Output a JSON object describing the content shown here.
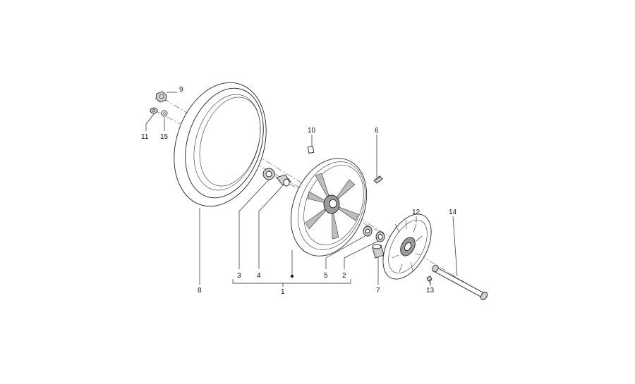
{
  "callouts": {
    "c1": "1",
    "c2": "2",
    "c3": "3",
    "c4": "4",
    "c5": "5",
    "c6": "6",
    "c7": "7",
    "c8": "8",
    "c9": "9",
    "c10": "10",
    "c11": "11",
    "c12": "12",
    "c13": "13",
    "c14": "14",
    "c15": "15"
  },
  "colors": {
    "line": "#222222",
    "part_fill": "#cfcfcf",
    "background": "#ffffff"
  }
}
